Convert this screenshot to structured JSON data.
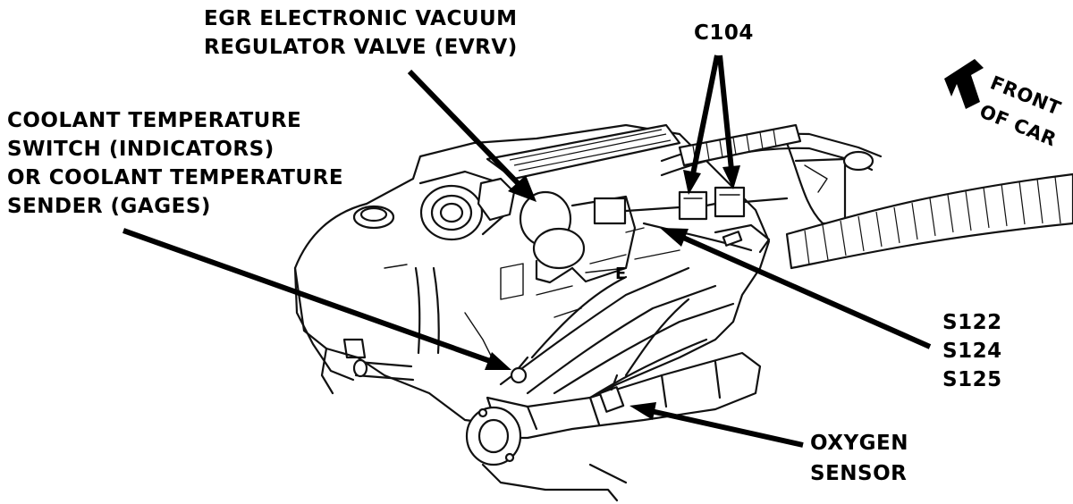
{
  "labels": {
    "egr_line1": "EGR ELECTRONIC VACUUM",
    "egr_line2": "REGULATOR VALVE (EVRV)",
    "c104": "C104",
    "front_line1": "FRONT",
    "front_line2": "OF CAR",
    "coolant_line1": "COOLANT TEMPERATURE",
    "coolant_line2": "SWITCH (INDICATORS)",
    "coolant_line3": "OR COOLANT TEMPERATURE",
    "coolant_line4": "SENDER (GAGES)",
    "s122": "S122",
    "s124": "S124",
    "s125": "S125",
    "oxygen_line1": "OXYGEN",
    "oxygen_line2": "SENSOR"
  },
  "colors": {
    "ink": "#000000",
    "background": "#ffffff"
  }
}
